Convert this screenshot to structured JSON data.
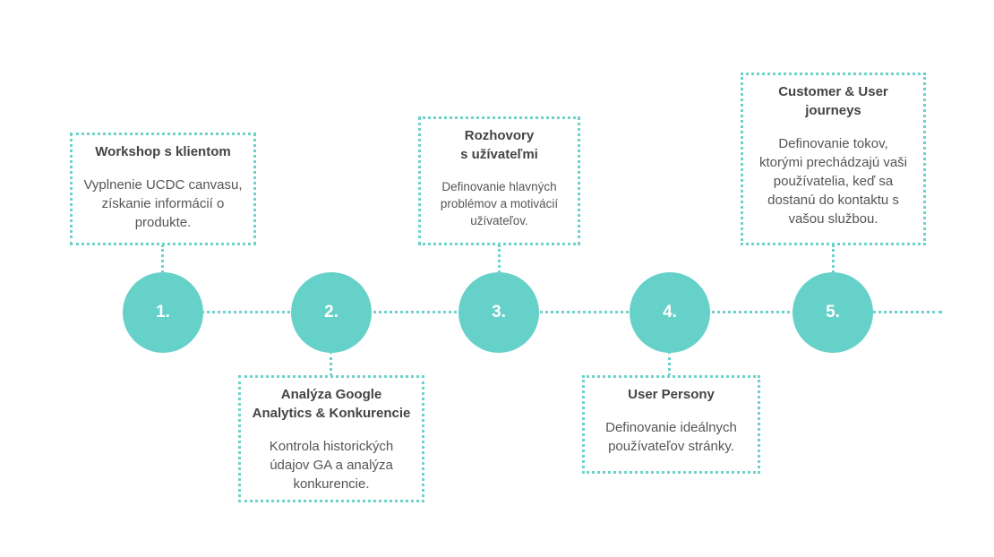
{
  "steps": [
    {
      "number": "1.",
      "title": "Workshop s klientom",
      "description": "Vyplnenie UCDC canvasu,\nzískanie informácií o\nprodukte."
    },
    {
      "number": "2.",
      "title": "Analýza Google\nAnalytics & Konkurencie",
      "description": "Kontrola historických\núdajov GA a analýza\nkonkurencie."
    },
    {
      "number": "3.",
      "title": "Rozhovory\ns užívateľmi",
      "description": "Definovanie hlavných\nproblémov a motivácií\nužívateľov."
    },
    {
      "number": "4.",
      "title": "User Persony",
      "description": "Definovanie ideálnych\npoužívateľov stránky."
    },
    {
      "number": "5.",
      "title": "Customer & User\njourneys",
      "description": "Definovanie tokov,\nktorými prechádzajú vaši\npoužívatelia, keď sa\ndostanú do kontaktu s\nvašou službou."
    }
  ],
  "colors": {
    "accent": "#66d1c9",
    "text": "#4d4d4d",
    "background": "#ffffff"
  }
}
